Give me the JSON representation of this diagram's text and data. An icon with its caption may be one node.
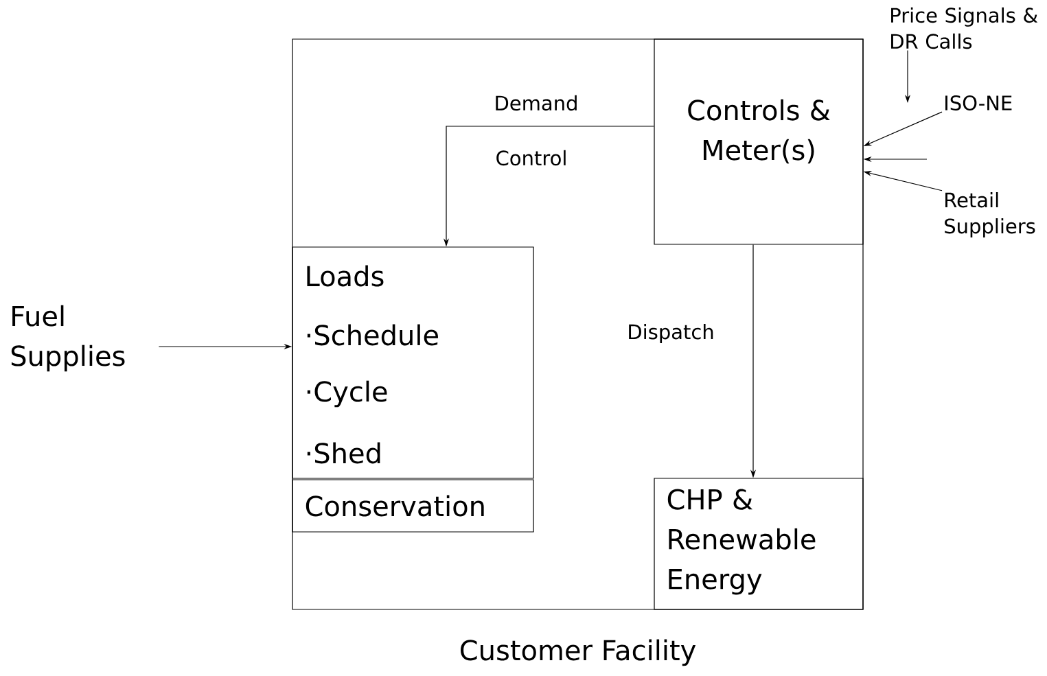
{
  "diagram": {
    "nodes": [
      {
        "text": [
          "Customer Facility"
        ]
      },
      {
        "text": [
          "Controls & Meter(s)"
        ],
        "in": 0
      },
      {
        "text": [
          "Loads",
          "·Schedule",
          "·Cycle",
          "·Shed"
        ],
        "in": 0
      },
      {
        "text": [
          "Conservation"
        ],
        "in": 0
      },
      {
        "text": [
          "CHP & Renewable Energy"
        ],
        "in": 0
      },
      {
        "text": [
          "Fuel Supplies"
        ]
      },
      {
        "text": [
          "Price Signals & DR Calls"
        ]
      },
      {
        "text": [
          "ISO-NE"
        ]
      },
      {
        "text": [
          "Retail Suppliers"
        ]
      }
    ],
    "edges": [
      {
        "from": 1,
        "to": 2,
        "arrow": "to"
      },
      {
        "from": 1,
        "to": 4,
        "label": "Dispatch",
        "arrow": "to"
      },
      {
        "from": 5,
        "to": 2,
        "arrow": "to"
      },
      {
        "from": 6,
        "to": null,
        "arrow": "to"
      },
      {
        "from": 7,
        "to": 1,
        "arrow": "to"
      },
      {
        "from": null,
        "to": 1,
        "arrow": "to"
      },
      {
        "from": 8,
        "to": 1,
        "arrow": "to"
      }
    ],
    "labels": [
      "Demand",
      "Control"
    ]
  }
}
